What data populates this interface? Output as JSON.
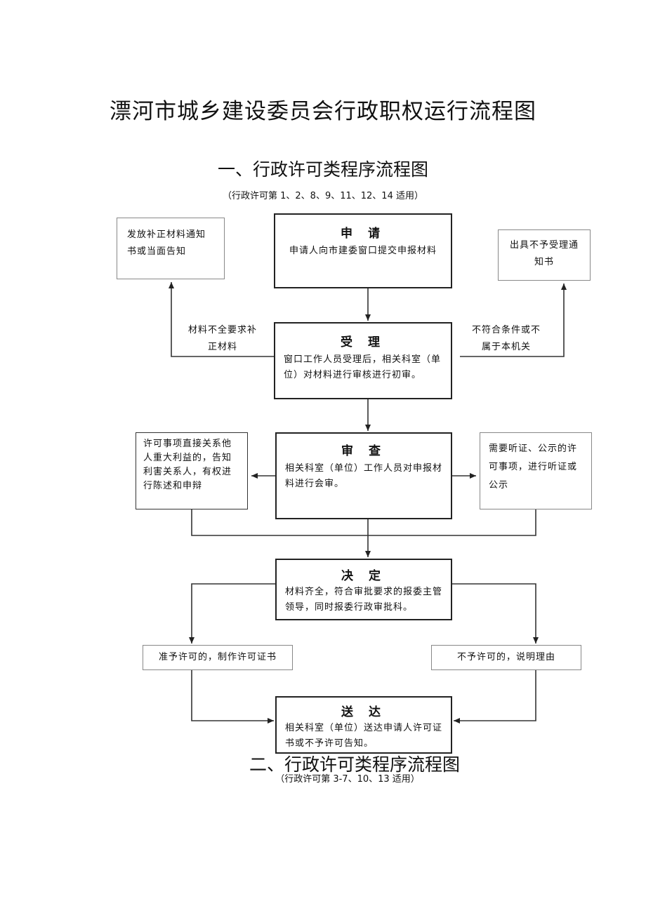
{
  "title": "漂河市城乡建设委员会行政职权运行流程图",
  "section1": {
    "title": "一、行政许可类程序流程图",
    "note": "（行政许可第 1、2、8、9、11、12、14 适用）"
  },
  "section2": {
    "title": "二、行政许可类程序流程图",
    "note": "（行政许可第 3-7、10、13 适用）"
  },
  "steps": {
    "apply": {
      "heading": "申 请",
      "body": "申请人向市建委窗口提交申报材料"
    },
    "accept": {
      "heading": "受 理",
      "body": "窗口工作人员受理后，相关科室（单位）对材料进行审核进行初审。"
    },
    "review": {
      "heading": "审 查",
      "body": "相关科室（单位）工作人员对申报材料进行会审。"
    },
    "decide": {
      "heading": "决 定",
      "body": "材料齐全，符合审批要求的报委主管领导，同时报委行政审批科。"
    },
    "deliver": {
      "heading": "送 达",
      "body": "相关科室（单位）送达申请人许可证书或不予许可告知。"
    }
  },
  "side_boxes": {
    "supplement_notice": "发放补正材料通知书或当面告知",
    "reject_notice": "出具不予受理通知书",
    "stakeholder_notice": "许可事项直接关系他人重大利益的，告知利害关系人，有权进行陈述和申辩",
    "hearing": "需要听证、公示的许可事项，进行听证或公示",
    "grant": "准予许可的，制作许可证书",
    "deny": "不予许可的，说明理由"
  },
  "edge_labels": {
    "incomplete": "材料不全要求补正材料",
    "not_eligible": "不符合条件或不属于本机关"
  }
}
